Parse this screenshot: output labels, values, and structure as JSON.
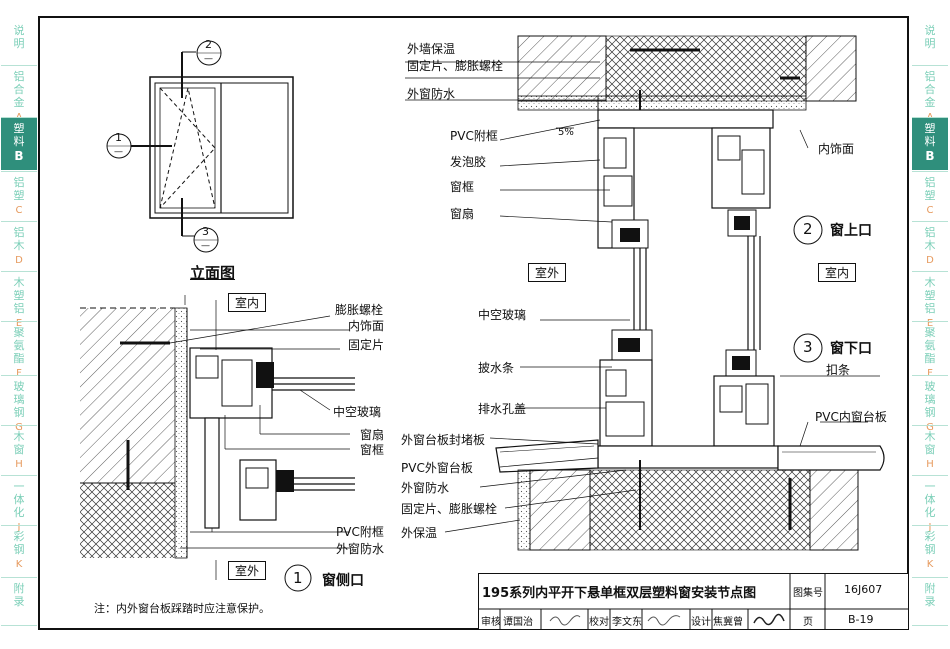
{
  "left_tabs": [
    {
      "label": "说明",
      "code": ""
    },
    {
      "label": "铝合金",
      "code": "A"
    },
    {
      "label": "塑料",
      "code": "B",
      "active": true
    },
    {
      "label": "铝塑",
      "code": "C"
    },
    {
      "label": "铝木",
      "code": "D"
    },
    {
      "label": "木塑铝",
      "code": "E"
    },
    {
      "label": "聚氨酯",
      "code": "F"
    },
    {
      "label": "玻璃钢",
      "code": "G"
    },
    {
      "label": "木窗",
      "code": "H"
    },
    {
      "label": "一体化",
      "code": "J"
    },
    {
      "label": "彩钢",
      "code": "K"
    },
    {
      "label": "附录",
      "code": ""
    }
  ],
  "elevation": {
    "title": "立面图",
    "markers": [
      {
        "num": "2",
        "sub": "—"
      },
      {
        "num": "1",
        "sub": "—"
      },
      {
        "num": "3",
        "sub": "—"
      }
    ]
  },
  "side_detail": {
    "indoor": "室内",
    "outdoor": "室外",
    "labels": [
      "膨胀螺栓",
      "内饰面",
      "固定片",
      "中空玻璃",
      "窗扇",
      "窗框",
      "PVC附框",
      "外窗防水"
    ],
    "marker_num": "1",
    "marker_title": "窗侧口"
  },
  "section_detail": {
    "left_labels_top": [
      "外墙保温",
      "固定片、膨胀螺栓",
      "外窗防水",
      "PVC附框",
      "发泡胶",
      "窗框",
      "窗扇"
    ],
    "slope": "5%",
    "inner_finish": "内饰面",
    "outdoor": "室外",
    "indoor": "室内",
    "marker_top_num": "2",
    "marker_top_title": "窗上口",
    "left_labels_bottom": [
      "中空玻璃",
      "披水条",
      "排水孔盖",
      "外窗台板封堵板",
      "PVC外窗台板",
      "外窗防水",
      "固定片、膨胀螺栓",
      "外保温"
    ],
    "marker_bottom_num": "3",
    "marker_bottom_title": "窗下口",
    "right_labels_bottom": [
      "扣条",
      "PVC内窗台板"
    ]
  },
  "note": "注：内外窗台板踩踏时应注意保护。",
  "title_block": {
    "title": "195系列内平开下悬单框双层塑料窗安装节点图",
    "atlas_label": "图集号",
    "atlas_no": "16J607",
    "row2": [
      "审核",
      "谭国治",
      "",
      "校对",
      "李文东",
      "",
      "设计",
      "焦冀曾",
      ""
    ],
    "page_label": "页",
    "page_no": "B-19"
  }
}
